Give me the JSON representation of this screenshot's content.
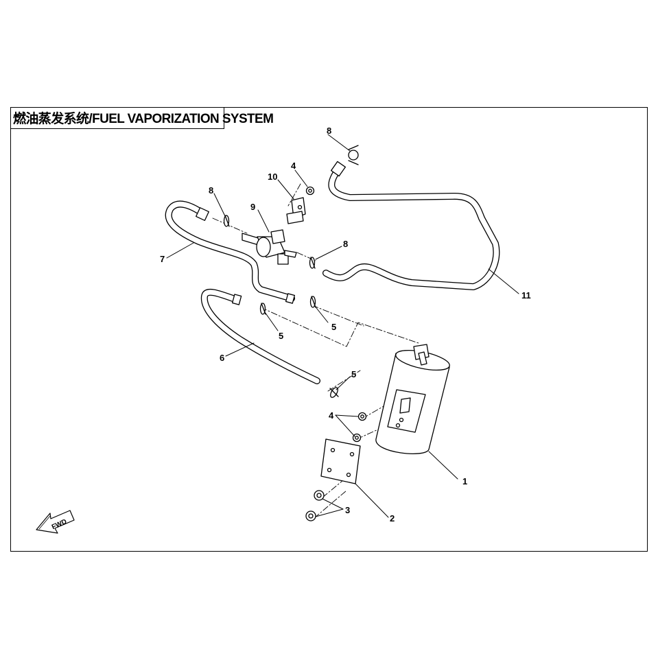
{
  "title": "燃油蒸发系统/FUEL VAPORIZATION SYSTEM",
  "direction_marker": "FWD",
  "callouts": [
    {
      "id": "c1",
      "text": "1"
    },
    {
      "id": "c2",
      "text": "2"
    },
    {
      "id": "c3",
      "text": "3"
    },
    {
      "id": "c4a",
      "text": "4"
    },
    {
      "id": "c4b",
      "text": "4"
    },
    {
      "id": "c5a",
      "text": "5"
    },
    {
      "id": "c5b",
      "text": "5"
    },
    {
      "id": "c5c",
      "text": "5"
    },
    {
      "id": "c6",
      "text": "6"
    },
    {
      "id": "c7",
      "text": "7"
    },
    {
      "id": "c8a",
      "text": "8"
    },
    {
      "id": "c8b",
      "text": "8"
    },
    {
      "id": "c8c",
      "text": "8"
    },
    {
      "id": "c9",
      "text": "9"
    },
    {
      "id": "c10",
      "text": "10"
    },
    {
      "id": "c11",
      "text": "11"
    }
  ]
}
